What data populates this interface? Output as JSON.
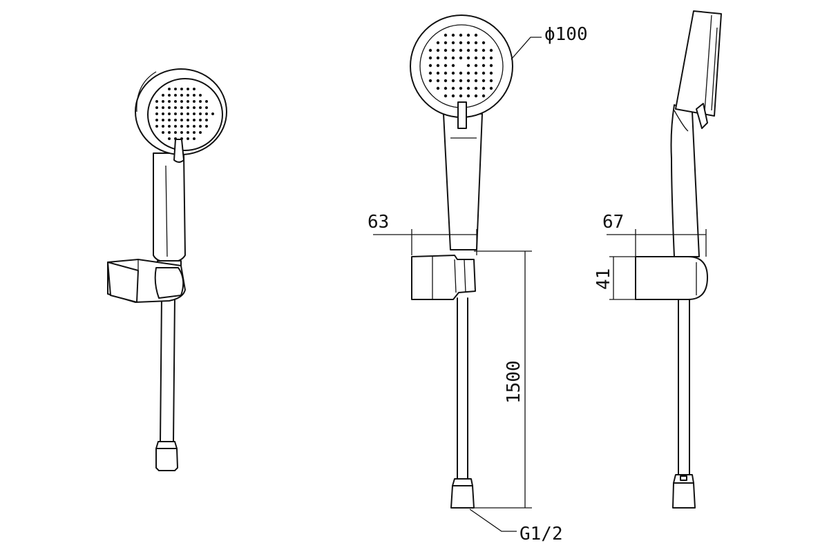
{
  "dimensions": {
    "head_diameter": "ϕ100",
    "head_width": "63",
    "side_depth": "67",
    "holder_height": "41",
    "hose_length": "1500",
    "thread": "G1/2"
  },
  "colors": {
    "line": "#111111",
    "background": "#ffffff"
  }
}
